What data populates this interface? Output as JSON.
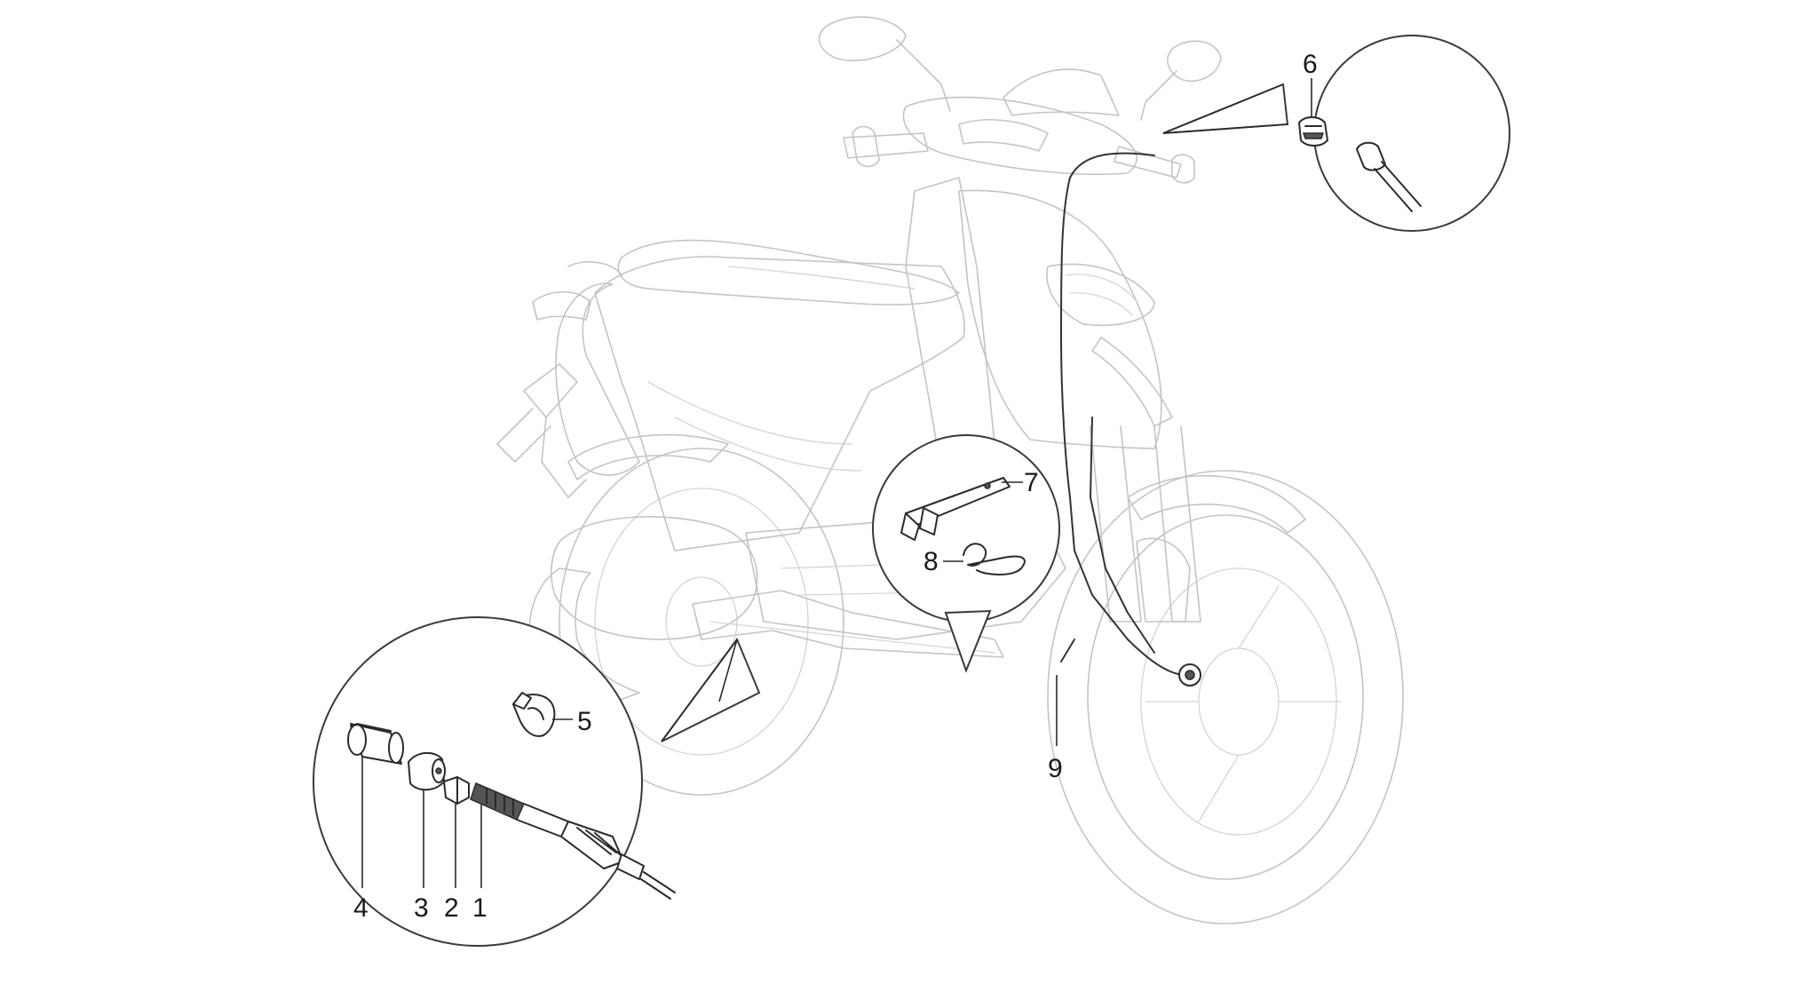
{
  "callouts": [
    {
      "id": "1",
      "label": "1"
    },
    {
      "id": "2",
      "label": "2"
    },
    {
      "id": "3",
      "label": "3"
    },
    {
      "id": "4",
      "label": "4"
    },
    {
      "id": "5",
      "label": "5"
    },
    {
      "id": "6",
      "label": "6"
    },
    {
      "id": "7",
      "label": "7"
    },
    {
      "id": "8",
      "label": "8"
    },
    {
      "id": "9",
      "label": "9"
    }
  ],
  "colors": {
    "ghost_outline": "#c4c4c4",
    "part_outline": "#2a2a2a",
    "callout_text": "#1a1a1a",
    "background": "#ffffff"
  }
}
